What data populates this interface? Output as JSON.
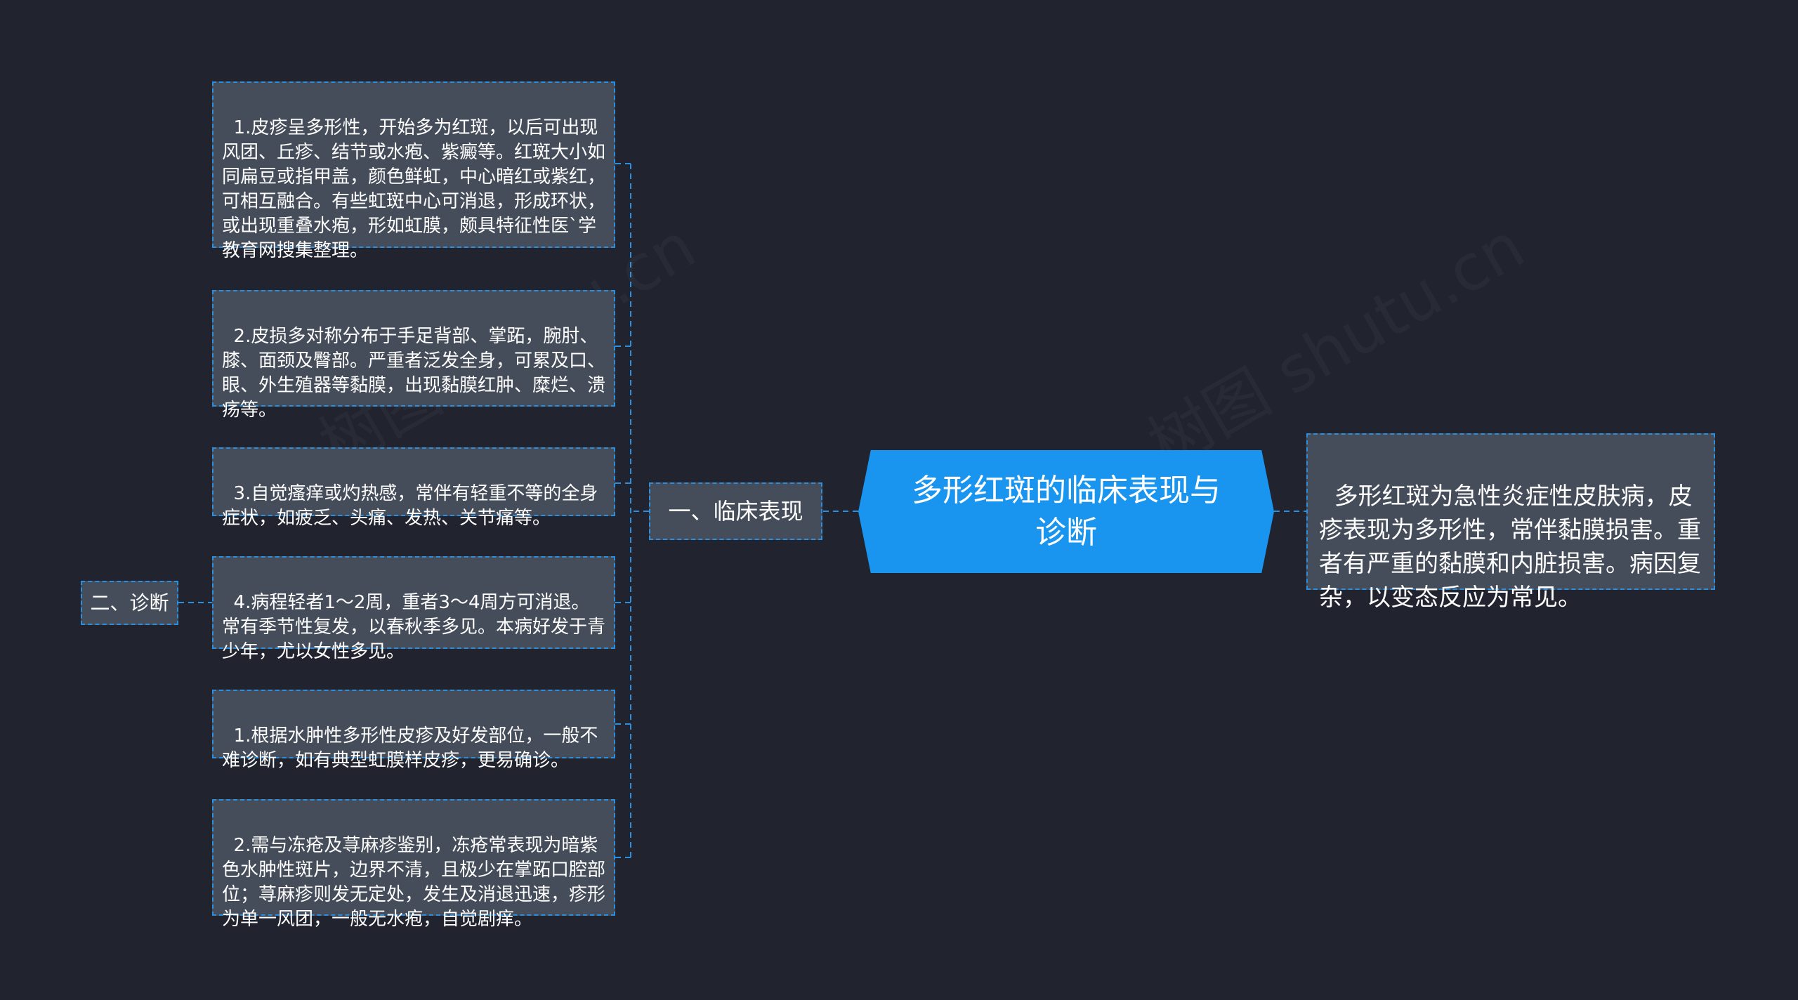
{
  "colors": {
    "background": "#21242f",
    "node_fill": "#454c5a",
    "node_border": "#2b8fe0",
    "center_fill": "#1995ef",
    "connector": "#2b8fe0"
  },
  "center": {
    "title": "多形红斑的临床表现与诊断"
  },
  "summary": {
    "text": "多形红斑为急性炎症性皮肤病，皮疹表现为多形性，常伴黏膜损害。重者有严重的黏膜和内脏损害。病因复杂，以变态反应为常见。"
  },
  "branch_clinical": {
    "label": "一、临床表现"
  },
  "branch_diagnosis": {
    "label": "二、诊断"
  },
  "leaves": [
    {
      "text": "1.皮疹呈多形性，开始多为红斑，以后可出现风团、丘疹、结节或水疱、紫癜等。红斑大小如同扁豆或指甲盖，颜色鲜虹，中心暗红或紫红，可相互融合。有些虹斑中心可消退，形成环状，或出现重叠水疱，形如虹膜，颇具特征性医`学教育网搜集整理。"
    },
    {
      "text": "2.皮损多对称分布于手足背部、掌跖，腕肘、膝、面颈及臀部。严重者泛发全身，可累及口、眼、外生殖器等黏膜，出现黏膜红肿、糜烂、溃疡等。"
    },
    {
      "text": "3.自觉瘙痒或灼热感，常伴有轻重不等的全身症状，如疲乏、头痛、发热、关节痛等。"
    },
    {
      "text": "4.病程轻者1～2周，重者3～4周方可消退。常有季节性复发，以春秋季多见。本病好发于青少年，尤以女性多见。"
    },
    {
      "text": "1.根据水肿性多形性皮疹及好发部位，一般不难诊断，如有典型虹膜样皮疹，更易确诊。"
    },
    {
      "text": "2.需与冻疮及荨麻疹鉴别，冻疮常表现为暗紫色水肿性斑片，边界不清，且极少在掌跖口腔部位；荨麻疹则发无定处，发生及消退迅速，疹形为单一风团，一般无水疱，自觉剧痒。"
    }
  ]
}
